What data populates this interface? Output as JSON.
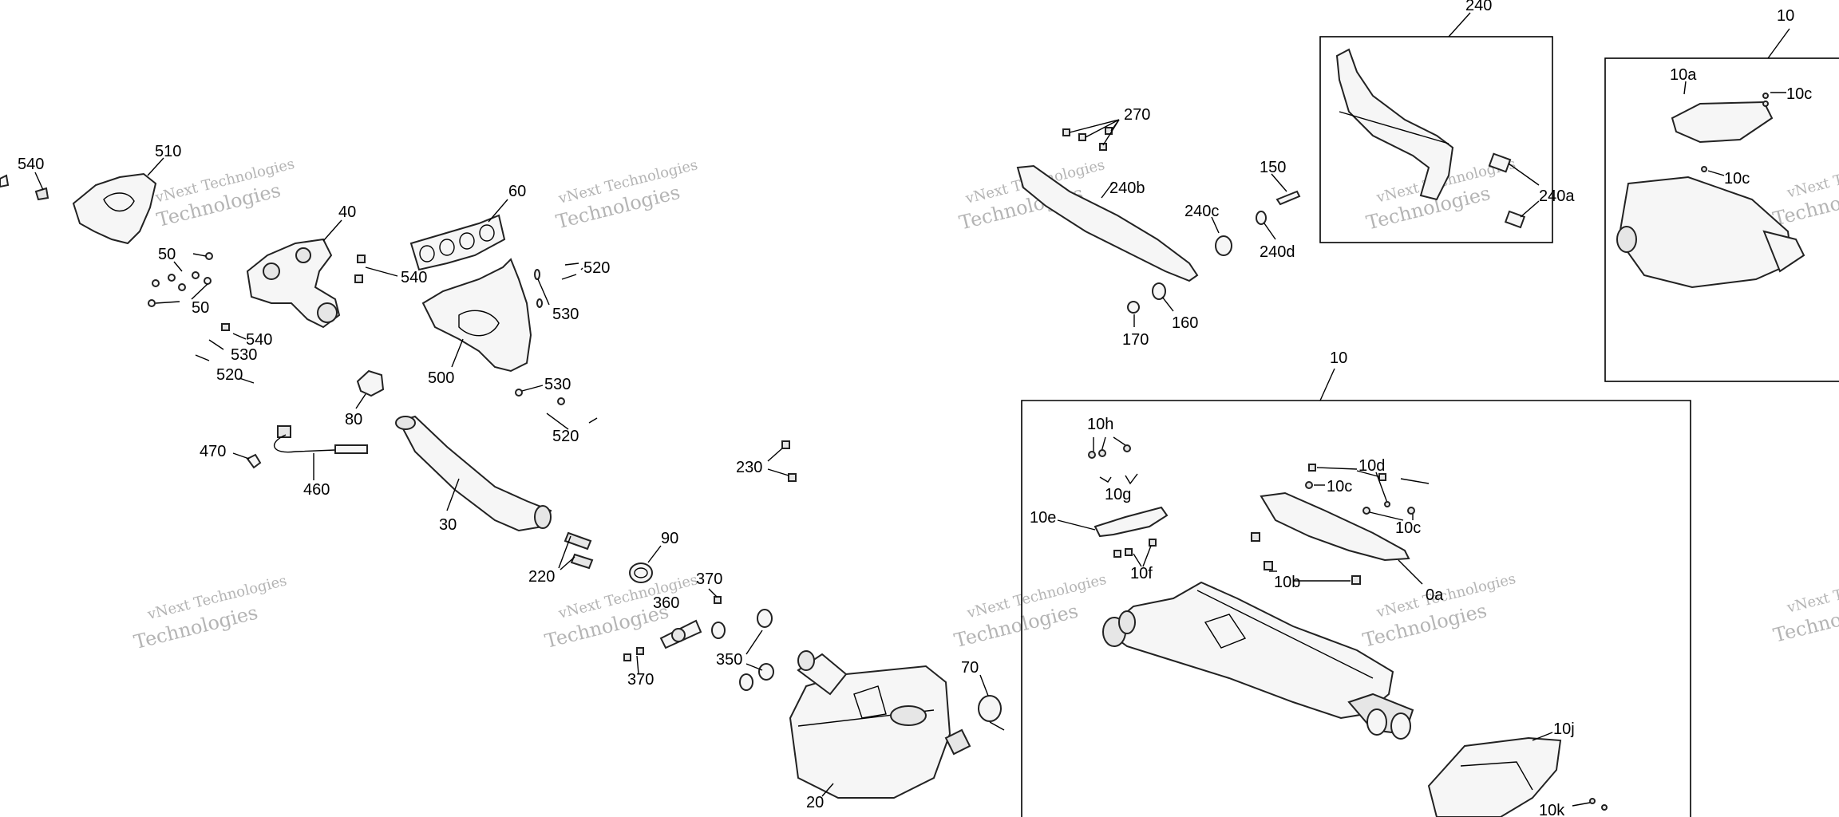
{
  "watermark": {
    "line1": "vNext Technologies",
    "line2": "Technologies",
    "color": "#b4b4b4"
  },
  "labels": {
    "p540": "540",
    "p510": "510",
    "p50": "50",
    "p40": "40",
    "p60": "60",
    "p520": "520",
    "p530": "530",
    "p500": "500",
    "p80": "80",
    "p470": "470",
    "p460": "460",
    "p30": "30",
    "p220": "220",
    "p90": "90",
    "p370": "370",
    "p360": "360",
    "p350": "350",
    "p230": "230",
    "p20": "20",
    "p70": "70",
    "p270": "270",
    "p240b": "240b",
    "p240c": "240c",
    "p240d": "240d",
    "p150": "150",
    "p160": "160",
    "p170": "170",
    "p240": "240",
    "p240a": "240a",
    "p10": "10",
    "p10a": "10a",
    "p10b": "10b",
    "p10c": "10c",
    "p10d": "10d",
    "p10e": "10e",
    "p10f": "10f",
    "p10g": "10g",
    "p10h": "10h",
    "p10j": "10j",
    "p10k": "10k",
    "p10a_partial": "0a"
  },
  "colors": {
    "line": "#000000",
    "part_fill": "#f6f6f6",
    "background": "#ffffff"
  }
}
